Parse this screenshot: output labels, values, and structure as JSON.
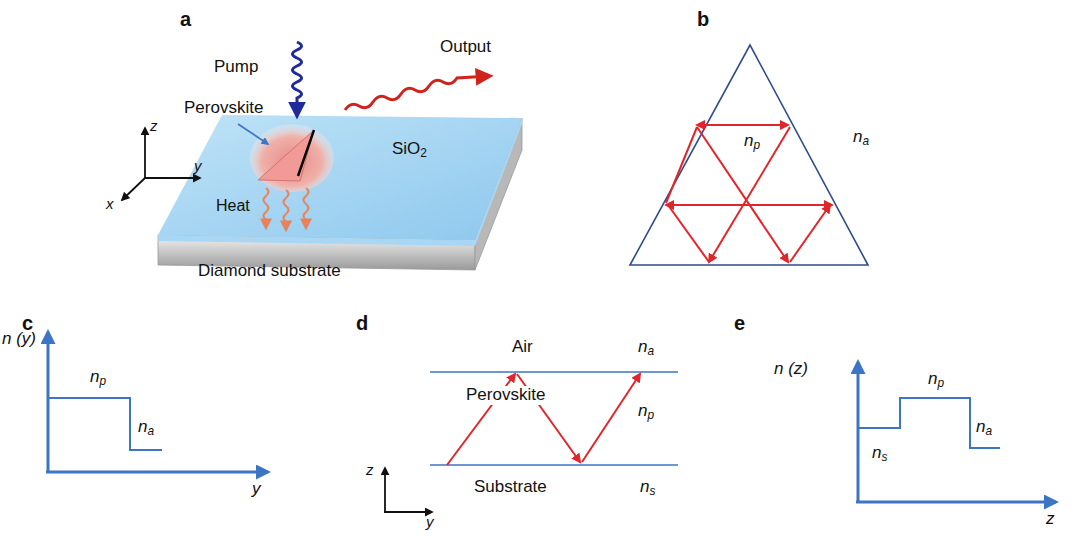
{
  "diagram": {
    "labels": [
      "a",
      "b",
      "Pump",
      "Output",
      "Perovskite",
      "z",
      "y",
      "x",
      "SiO2",
      "Heat",
      "Diamond substrate",
      "np",
      "na",
      "c",
      "n (y)",
      "np",
      "na",
      "y",
      "d",
      "Air",
      "na",
      "Perovskite",
      "np",
      "z",
      "y",
      "Substrate",
      "ns",
      "e",
      "n (z)",
      "np",
      "na",
      "ns",
      "z"
    ]
  }
}
